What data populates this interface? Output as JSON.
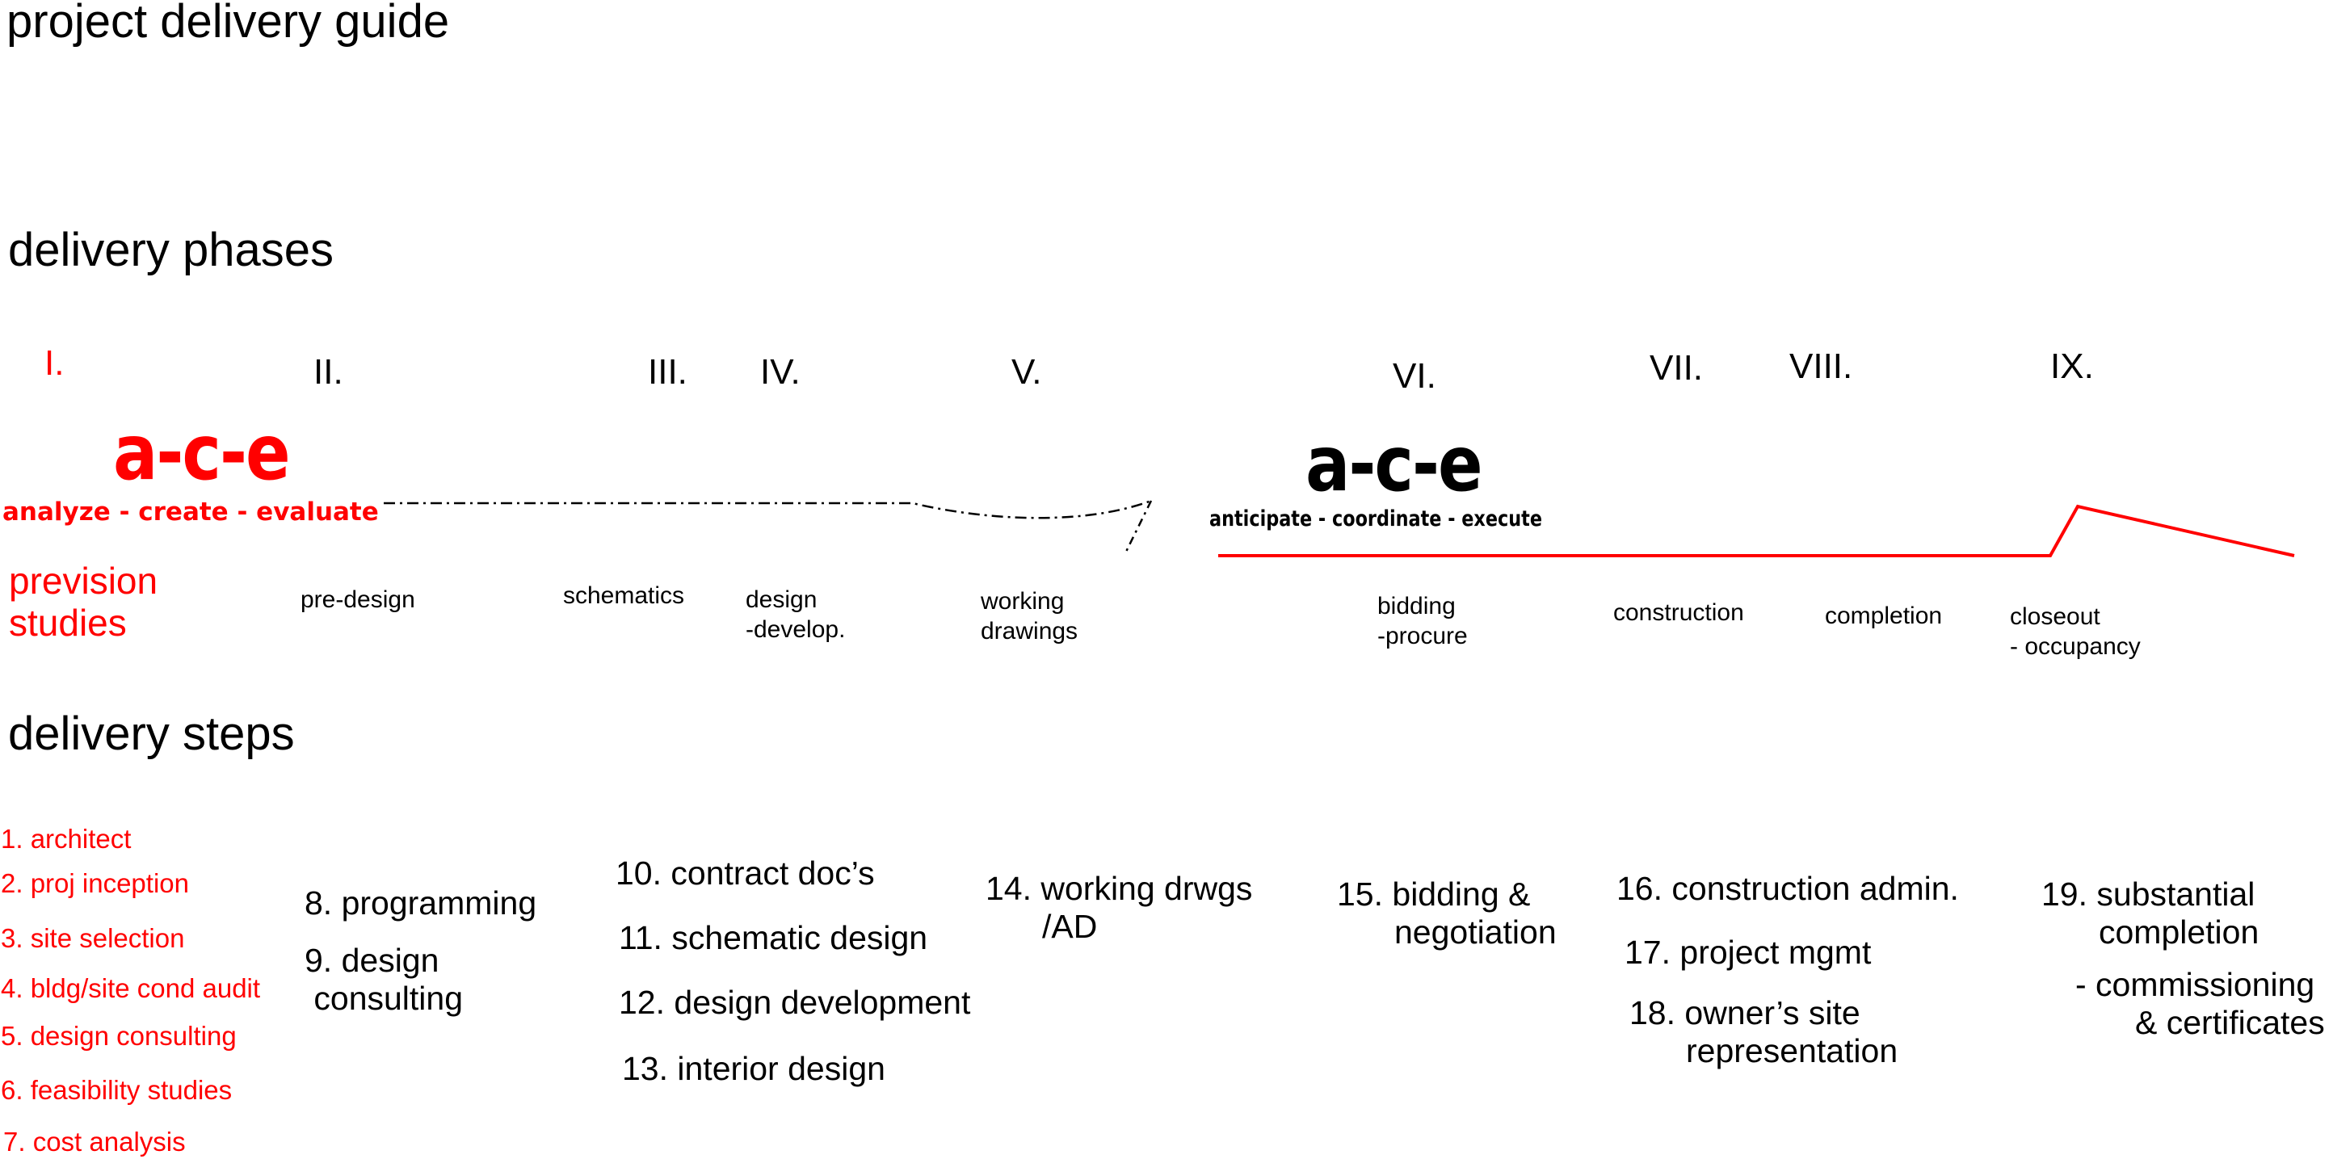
{
  "title": "project delivery guide",
  "sections": {
    "phases_heading": "delivery phases",
    "steps_heading": "delivery steps"
  },
  "colors": {
    "accent": "#ff0000",
    "text": "#000000"
  },
  "ace_left": {
    "mark": "a-c-e",
    "tagline": "analyze - create - evaluate"
  },
  "ace_right": {
    "mark": "a-c-e",
    "tagline": "anticipate - coordinate - execute"
  },
  "phase_numbers": [
    "I.",
    "II.",
    "III.",
    "IV.",
    "V.",
    "VI.",
    "VII.",
    "VIII.",
    "IX."
  ],
  "phase_names": {
    "prevision": [
      "prevision",
      "studies"
    ],
    "predesign": [
      "pre-design"
    ],
    "schematics": [
      "schematics"
    ],
    "design_develop": [
      "design",
      "-develop."
    ],
    "working_drawings": [
      "working",
      "drawings"
    ],
    "bidding": [
      "bidding",
      "-procure"
    ],
    "construction": [
      "construction"
    ],
    "completion": [
      "completion"
    ],
    "closeout": [
      "closeout",
      "- occupancy"
    ]
  },
  "steps_red": [
    "1. architect",
    "2. proj inception",
    "3. site selection",
    "4. bldg/site cond audit",
    "5. design consulting",
    "6. feasibility studies",
    "7. cost analysis"
  ],
  "steps": {
    "s8": [
      "8. programming"
    ],
    "s9": [
      "9. design",
      " consulting"
    ],
    "s10": [
      "10. contract doc’s"
    ],
    "s11": [
      "11. schematic design"
    ],
    "s12": [
      "12. design development"
    ],
    "s13": [
      "13. interior design"
    ],
    "s14": [
      "14. working drwgs",
      "/AD"
    ],
    "s15": [
      "15. bidding &",
      "negotiation"
    ],
    "s16": [
      "16. construction admin."
    ],
    "s17": [
      "17. project mgmt"
    ],
    "s18": [
      "18. owner’s site",
      "representation"
    ],
    "s19": [
      "19. substantial",
      "completion"
    ],
    "s19b": [
      "- commissioning",
      "& certificates"
    ]
  }
}
